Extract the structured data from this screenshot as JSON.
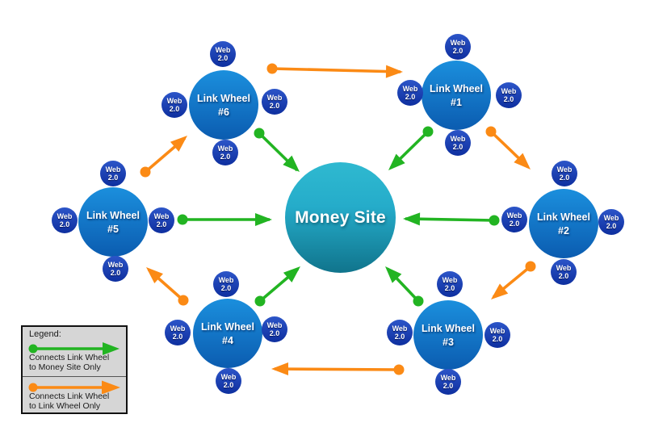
{
  "diagram": {
    "money_site": {
      "label": "Money Site"
    },
    "wheels": [
      {
        "name": "Link Wheel",
        "number": "#1"
      },
      {
        "name": "Link Wheel",
        "number": "#2"
      },
      {
        "name": "Link Wheel",
        "number": "#3"
      },
      {
        "name": "Link Wheel",
        "number": "#4"
      },
      {
        "name": "Link Wheel",
        "number": "#5"
      },
      {
        "name": "Link Wheel",
        "number": "#6"
      }
    ],
    "satellite": {
      "label": "Web\n2.0"
    }
  },
  "legend": {
    "title": "Legend:",
    "items": [
      {
        "color_name": "green",
        "description": "Connects Link Wheel\nto Money Site Only"
      },
      {
        "color_name": "orange",
        "description": "Connects Link Wheel\nto Link Wheel Only"
      }
    ]
  },
  "colors": {
    "green": "#22b422",
    "orange": "#fb8a15",
    "wheel_gradient_top": "#1b8fdd",
    "wheel_gradient_bottom": "#0b5cb0",
    "satellite_gradient_top": "#2c55c8",
    "satellite_gradient_bottom": "#0e2f9f",
    "money_gradient_top": "#2fb9d0",
    "money_gradient_bottom": "#10748c",
    "legend_background": "#d6d6d6"
  }
}
